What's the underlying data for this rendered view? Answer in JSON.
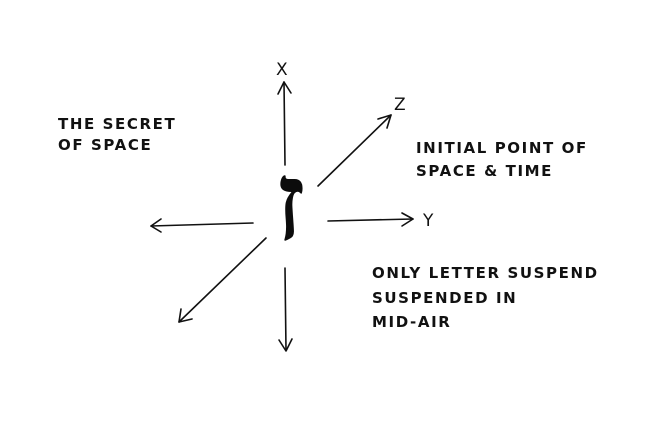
{
  "diagram": {
    "center_glyph": "ז",
    "axes": {
      "x_label": "X",
      "y_label": "Y",
      "z_label": "Z"
    },
    "notes": {
      "secret_line1": "THE SECRET",
      "secret_line2": "OF SPACE",
      "initial_line1": "INITIAL POINT OF",
      "initial_line2": "SPACE & TIME",
      "letter_line1": "ONLY LETTER SUSPEND",
      "letter_line2": "SUSPENDED IN",
      "letter_line3": "MID-AIR"
    }
  },
  "colors": {
    "ink": "#111111",
    "paper": "#ffffff"
  }
}
